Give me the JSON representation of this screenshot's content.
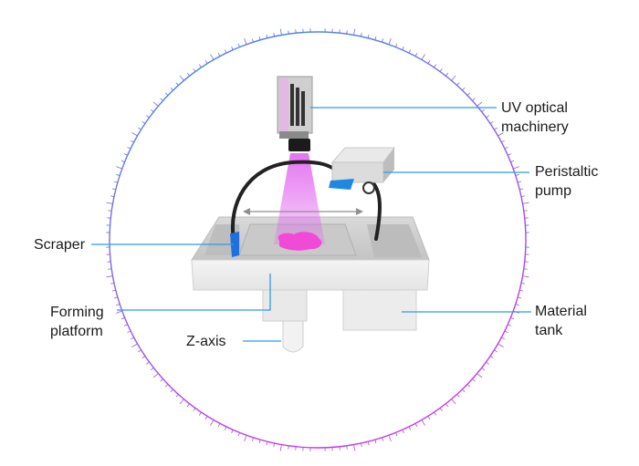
{
  "colors": {
    "ring_start": "#2f9be6",
    "ring_end": "#d12ee8",
    "leader": "#2f9be6",
    "beam": "#e05cf0",
    "resin": "#f14ad6",
    "scraper": "#1e6fe0"
  },
  "labels": {
    "uv_optical": {
      "line1": "UV optical",
      "line2": "machinery"
    },
    "pump": {
      "line1": "Peristaltic",
      "line2": "pump"
    },
    "scraper": {
      "line1": "Scraper"
    },
    "forming": {
      "line1": "Forming",
      "line2": "platform"
    },
    "zaxis": {
      "line1": "Z-axis"
    },
    "tank": {
      "line1": "Material",
      "line2": "tank"
    }
  }
}
